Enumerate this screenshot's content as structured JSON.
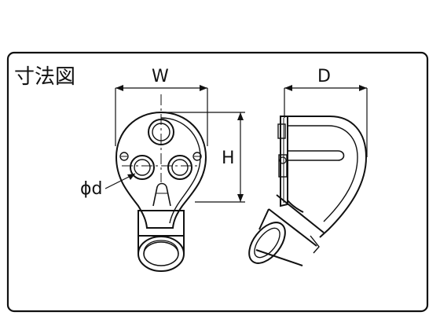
{
  "diagram": {
    "title": "寸法図",
    "labels": {
      "width": "W",
      "depth": "D",
      "height": "H",
      "diameter": "ϕd"
    }
  }
}
